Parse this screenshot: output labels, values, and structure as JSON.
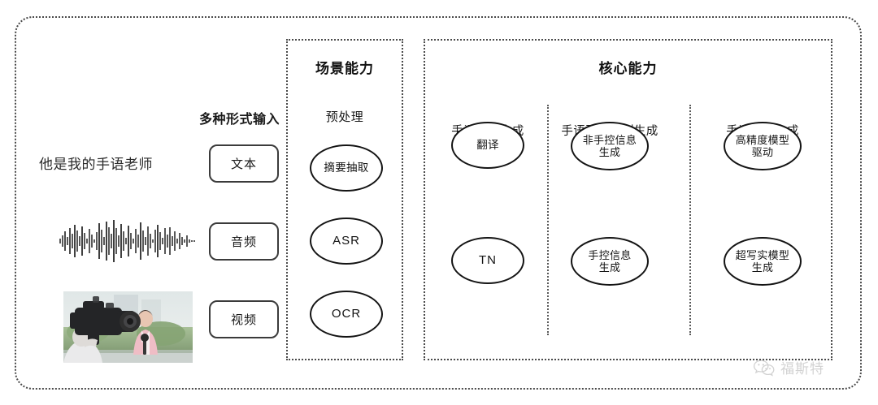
{
  "input_panel": {
    "title": "多种形式输入",
    "sample_text": "他是我的手语老师",
    "waveform_name": "audio-waveform",
    "video_thumb_name": "video-thumbnail",
    "buttons": [
      {
        "label": "文本",
        "name": "pill-text"
      },
      {
        "label": "音频",
        "name": "pill-audio"
      },
      {
        "label": "视频",
        "name": "pill-video"
      }
    ]
  },
  "scene_box": {
    "title": "场景能力",
    "subtitle": "预处理",
    "nodes": [
      {
        "label": "摘要抽取"
      },
      {
        "label": "ASR"
      },
      {
        "label": "OCR"
      }
    ]
  },
  "core_box": {
    "title": "核心能力",
    "columns": [
      {
        "label": "手语文本生成",
        "nodes": [
          {
            "label": "TN"
          },
          {
            "label": "翻译"
          }
        ]
      },
      {
        "label": "手语要素序列生成",
        "nodes": [
          {
            "label": "手控信息\n生成"
          },
          {
            "label": "非手控信息\n生成"
          }
        ]
      },
      {
        "label": "手语视频生成",
        "nodes": [
          {
            "label": "超写实模型\n生成"
          },
          {
            "label": "高精度模型\n驱动"
          }
        ]
      }
    ]
  },
  "watermark": {
    "label": "福斯特",
    "icon": "wechat-icon"
  },
  "colors": {
    "frame": "#4a4a4a",
    "node_stroke": "#141414",
    "text": "#1a1a1a",
    "watermark": "#8a8a8a",
    "background": "#ffffff"
  }
}
